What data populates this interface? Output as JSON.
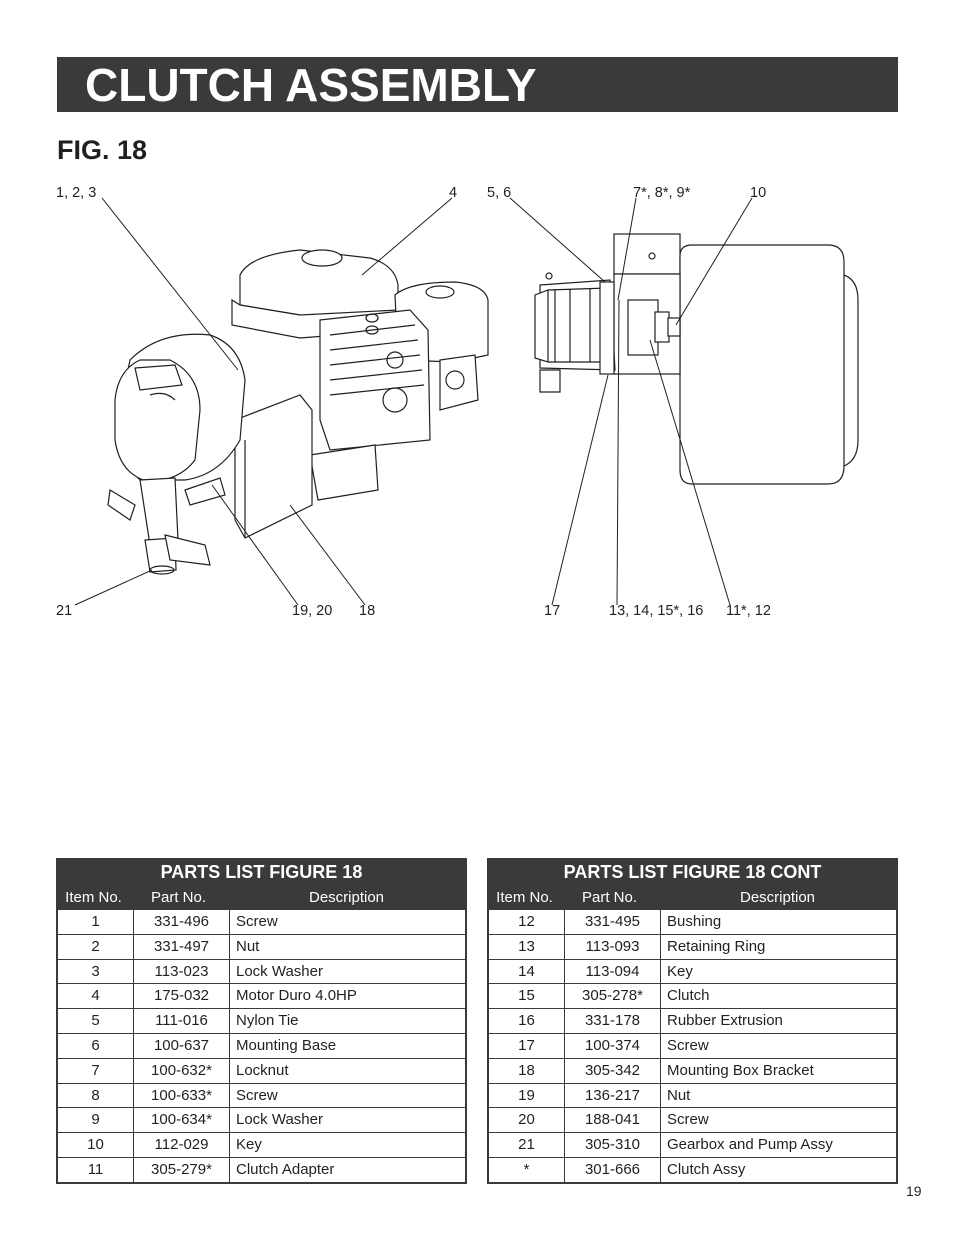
{
  "page": {
    "title": "CLUTCH ASSEMBLY",
    "figure": "FIG. 18",
    "page_number": "19"
  },
  "callouts": {
    "left_top_a": "1, 2, 3",
    "left_top_b": "4",
    "left_bottom_a": "21",
    "left_bottom_b": "19, 20",
    "left_bottom_c": "18",
    "right_top_a": "5, 6",
    "right_top_b": "7*, 8*, 9*",
    "right_top_c": "10",
    "right_bottom_a": "17",
    "right_bottom_b": "13, 14, 15*, 16",
    "right_bottom_c": "11*, 12"
  },
  "table1": {
    "title": "PARTS LIST FIGURE 18",
    "headers": [
      "Item No.",
      "Part No.",
      "Description"
    ],
    "rows": [
      [
        "1",
        "331-496",
        "Screw"
      ],
      [
        "2",
        "331-497",
        "Nut"
      ],
      [
        "3",
        "113-023",
        "Lock Washer"
      ],
      [
        "4",
        "175-032",
        "Motor Duro 4.0HP"
      ],
      [
        "5",
        "111-016",
        "Nylon Tie"
      ],
      [
        "6",
        "100-637",
        "Mounting Base"
      ],
      [
        "7",
        "100-632*",
        "Locknut"
      ],
      [
        "8",
        "100-633*",
        "Screw"
      ],
      [
        "9",
        "100-634*",
        "Lock Washer"
      ],
      [
        "10",
        "112-029",
        "Key"
      ],
      [
        "11",
        "305-279*",
        "Clutch Adapter"
      ]
    ]
  },
  "table2": {
    "title": "PARTS LIST FIGURE 18 CONT",
    "headers": [
      "Item No.",
      "Part No.",
      "Description"
    ],
    "rows": [
      [
        "12",
        "331-495",
        "Bushing"
      ],
      [
        "13",
        "113-093",
        "Retaining Ring"
      ],
      [
        "14",
        "113-094",
        "Key"
      ],
      [
        "15",
        "305-278*",
        "Clutch"
      ],
      [
        "16",
        "331-178",
        "Rubber Extrusion"
      ],
      [
        "17",
        "100-374",
        "Screw"
      ],
      [
        "18",
        "305-342",
        "Mounting Box Bracket"
      ],
      [
        "19",
        "136-217",
        "Nut"
      ],
      [
        "20",
        "188-041",
        "Screw"
      ],
      [
        "21",
        "305-310",
        "Gearbox and Pump Assy"
      ],
      [
        "*",
        "301-666",
        "Clutch Assy"
      ]
    ]
  }
}
